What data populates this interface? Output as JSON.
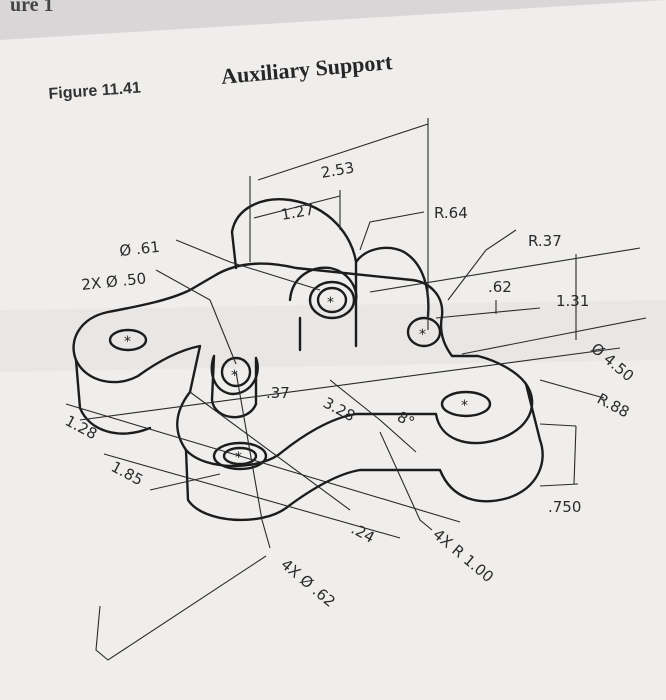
{
  "header_fragment": "ure 1",
  "figure": {
    "label": "Figure 11.41",
    "title": "Auxiliary Support"
  },
  "dimensions": {
    "d253": "2.53",
    "d127": "1.27",
    "r64": "R.64",
    "r37": "R.37",
    "dia61": "Ø .61",
    "dia50": "2X Ø .50",
    "d62": ".62",
    "d131": "1.31",
    "dia450": "Ø 4.50",
    "r88": "R.88",
    "d37": ".37",
    "d328": "3.28",
    "ang8": "8°",
    "d128": "1.28",
    "d85": "1.85",
    "d750": ".750",
    "d24": ".24",
    "r100": "4X R 1.00",
    "dia62": "4X Ø .62"
  },
  "colors": {
    "paper": "#efeeec",
    "ink": "#1c1c1c"
  }
}
